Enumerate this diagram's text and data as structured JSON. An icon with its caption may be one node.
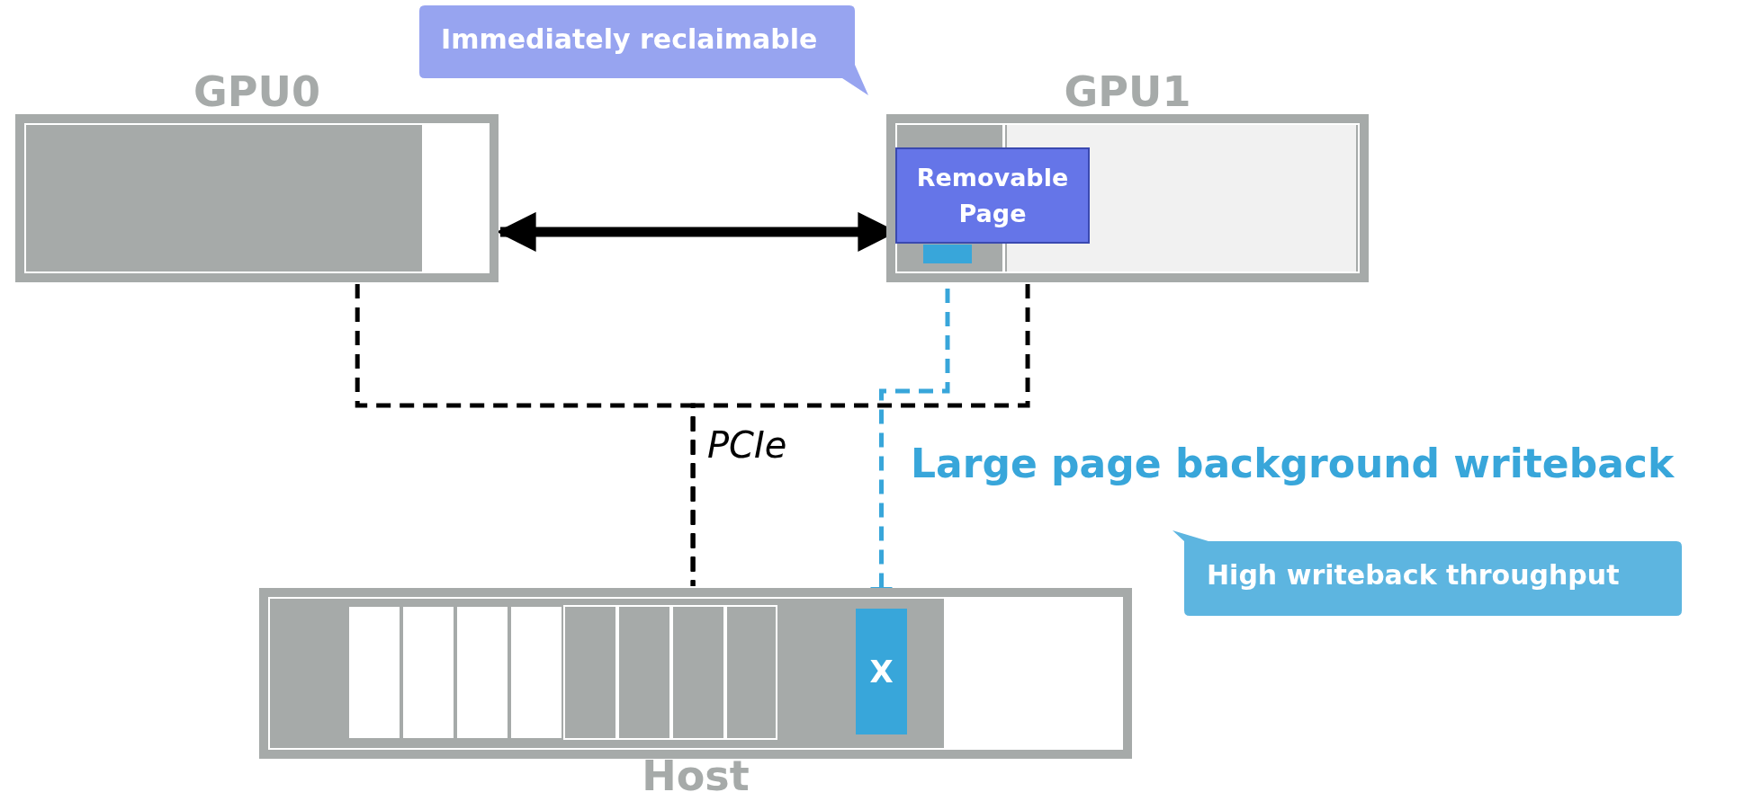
{
  "diagram": {
    "nodes": [
      {
        "text": [
          "GPU0"
        ]
      },
      {
        "text": [
          "GPU1"
        ]
      },
      {
        "text": [],
        "shape": "bar",
        "in": 1
      },
      {
        "text": [
          "Removable Page"
        ],
        "in": 1
      },
      {
        "text": [
          "Immediately reclaimable"
        ]
      },
      {
        "text": [
          "Host"
        ]
      },
      {
        "text": [],
        "shape": "box",
        "in": 5
      },
      {
        "text": [],
        "shape": "box",
        "in": 5
      },
      {
        "text": [],
        "shape": "box",
        "in": 5
      },
      {
        "text": [],
        "shape": "box",
        "in": 5
      },
      {
        "text": [],
        "shape": "box",
        "in": 5
      },
      {
        "text": [],
        "shape": "box",
        "in": 5
      },
      {
        "text": [],
        "shape": "box",
        "in": 5
      },
      {
        "text": [],
        "shape": "box",
        "in": 5
      },
      {
        "text": [
          "X"
        ],
        "in": 5
      },
      {
        "text": [
          "High writeback throughput"
        ]
      }
    ],
    "edges": [
      {
        "from": 0,
        "to": 3,
        "arrow": "both",
        "style": "thick"
      },
      {
        "from": 0,
        "to": 5,
        "arrow": "none",
        "style": "dashed",
        "label": "PCIe"
      },
      {
        "from": 1,
        "to": 5,
        "arrow": "none",
        "style": "dashed"
      },
      {
        "from": 2,
        "to": 14,
        "arrow": "to",
        "style": "dashed",
        "color": "#38a6da",
        "label": "Large page background writeback"
      }
    ]
  }
}
